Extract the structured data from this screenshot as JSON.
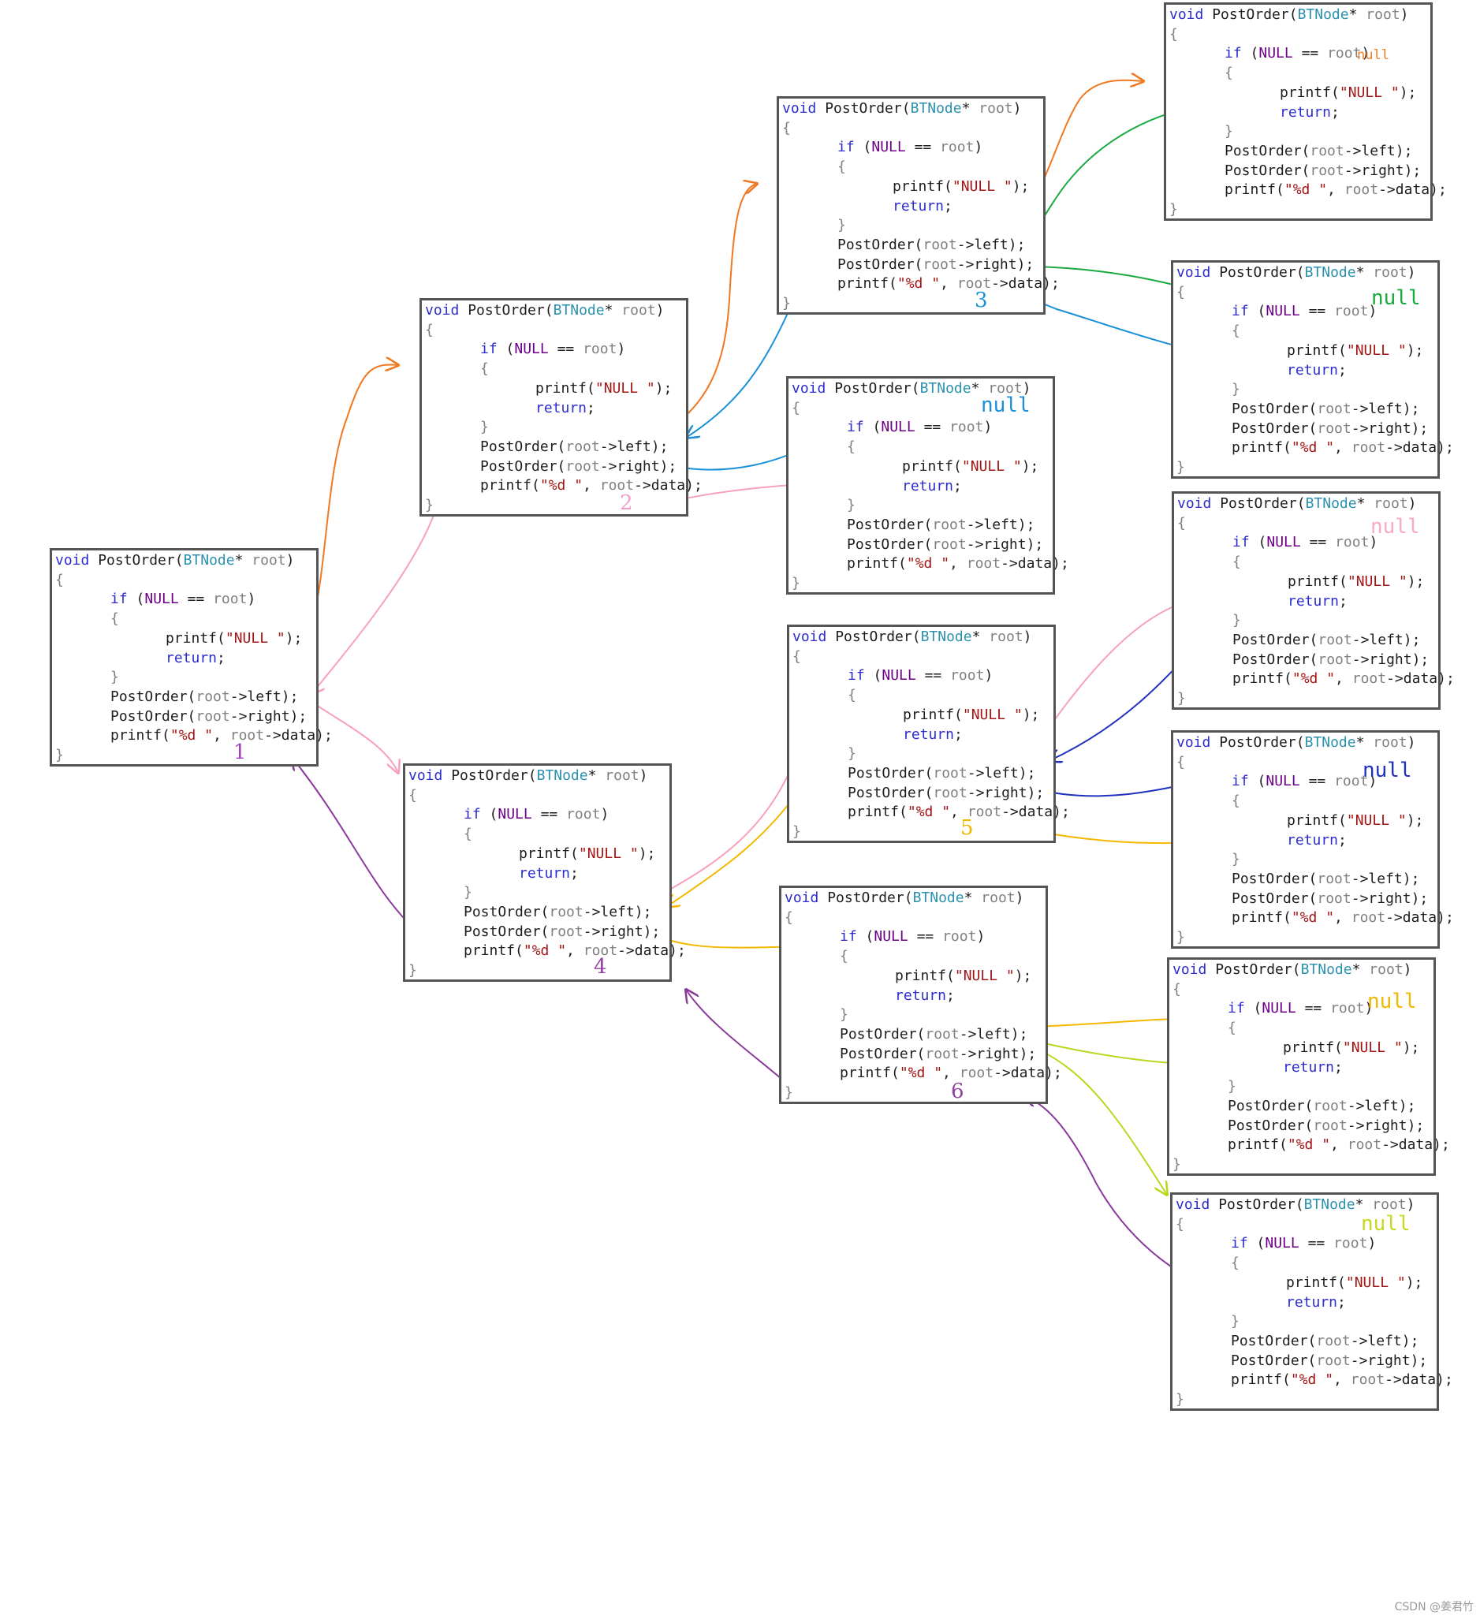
{
  "code": {
    "signature": {
      "kw": "void",
      "name": " PostOrder(",
      "type": "BTNode",
      "star": "* ",
      "param": "root",
      "close": ")"
    },
    "open_brace": "{",
    "if_line": {
      "kw": "if",
      "lp": " (",
      "null": "NULL",
      "eq": " == ",
      "root": "root",
      "rp": ")"
    },
    "inner_open": "{",
    "printf_line": {
      "fn": "printf(",
      "str": "\"NULL \"",
      "end": ");"
    },
    "return_kw": "return",
    "return_end": ";",
    "inner_close": "}",
    "left_line": {
      "fn": "PostOrder(",
      "root": "root",
      "arrow": "->left);"
    },
    "right_line": {
      "fn": "PostOrder(",
      "root": "root",
      "arrow": "->right);"
    },
    "data_line": {
      "fn": "printf(",
      "str": "\"%d \"",
      "comma": ", ",
      "root": "root",
      "arrow": "->data);"
    },
    "close_brace": "}"
  },
  "frames": [
    {
      "id": "f1",
      "label": "1",
      "label_color": "#a040c0"
    },
    {
      "id": "f2",
      "label": "2",
      "label_color": "#f0a0c8"
    },
    {
      "id": "f3",
      "label": "3",
      "label_color": "#1a90d8"
    },
    {
      "id": "f4",
      "label": "4",
      "label_color": "#9040a0"
    },
    {
      "id": "f5",
      "label": "5",
      "label_color": "#f0b800"
    },
    {
      "id": "f6",
      "label": "6",
      "label_color": "#9040a0"
    },
    {
      "id": "n1",
      "null_text": "null",
      "null_color": "#f08020"
    },
    {
      "id": "n2",
      "null_text": "null",
      "null_color": "#1aaa40"
    },
    {
      "id": "n3",
      "null_text": "null",
      "null_color": "#1a90d8"
    },
    {
      "id": "n4",
      "null_text": "null",
      "null_color": "#f8a8c8"
    },
    {
      "id": "n5",
      "null_text": "null",
      "null_color": "#2030c0"
    },
    {
      "id": "n6",
      "null_text": "null",
      "null_color": "#f0b800"
    },
    {
      "id": "n7",
      "null_text": "null",
      "null_color": "#c8d820"
    }
  ],
  "arrow_colors": {
    "orange": "#f07820",
    "green": "#1aaa40",
    "blue": "#1a90d8",
    "pink": "#f8a0c0",
    "navy": "#2030c0",
    "gold": "#f5b800",
    "lime": "#b8d820",
    "purple": "#8a3a9a"
  },
  "credit": "CSDN @姜君竹"
}
